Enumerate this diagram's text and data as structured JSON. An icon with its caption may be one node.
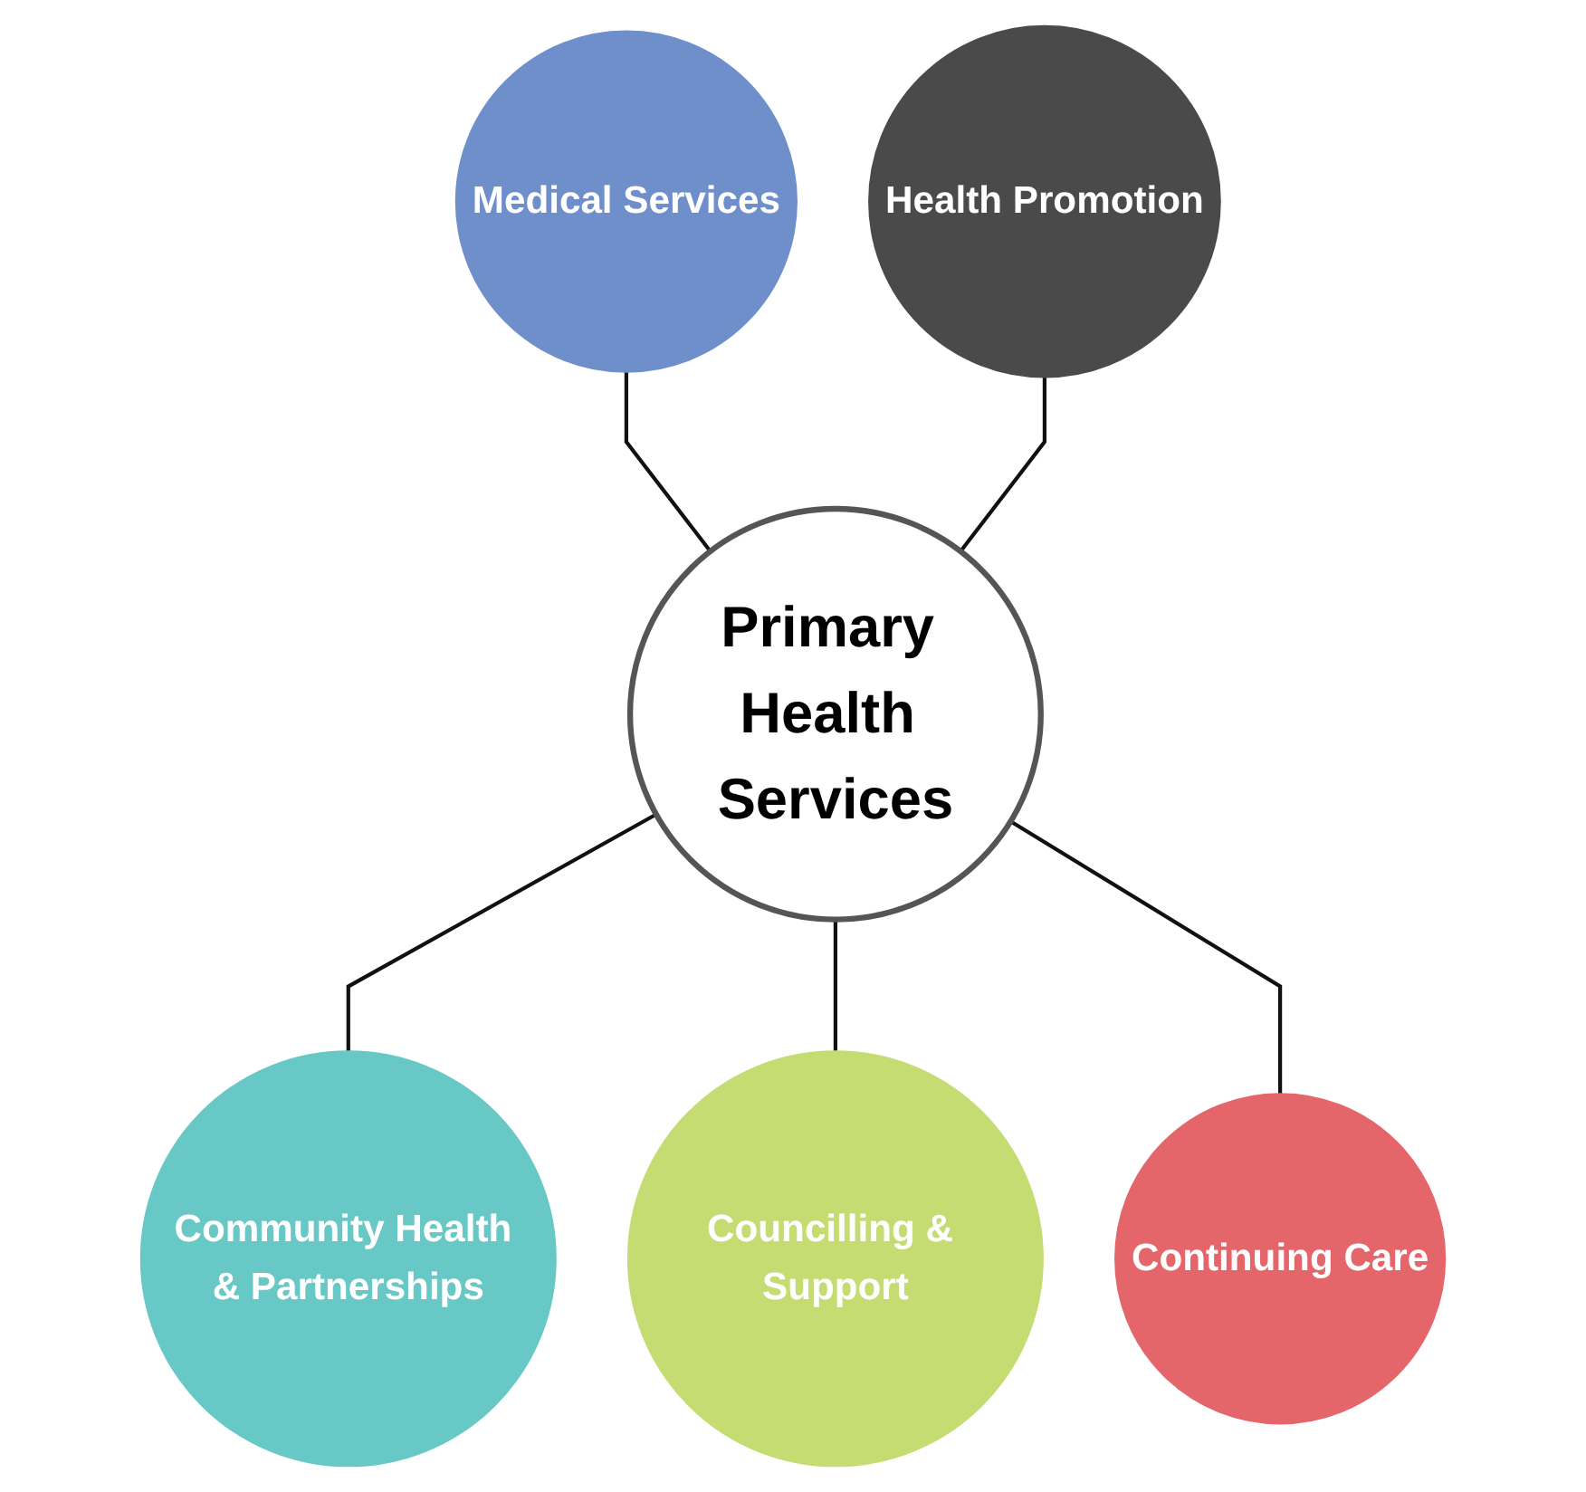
{
  "diagram": {
    "nodes": [
      {
        "text": [
          "Medical Services"
        ]
      },
      {
        "text": [
          "Health Promotion"
        ]
      },
      {
        "text": [
          "Primary Health Services"
        ]
      },
      {
        "text": [
          "Continuing Care"
        ]
      },
      {
        "text": [
          "Community Health & Partnerships"
        ]
      },
      {
        "text": [
          "Councilling & Support"
        ]
      }
    ],
    "edges": [
      {
        "from": 0,
        "to": 2,
        "arrow": "none"
      },
      {
        "from": 1,
        "to": 2,
        "arrow": "none"
      },
      {
        "from": 2,
        "to": 4,
        "arrow": "none"
      },
      {
        "from": 2,
        "to": 5,
        "arrow": "none"
      },
      {
        "from": 2,
        "to": 3,
        "arrow": "none"
      }
    ]
  }
}
